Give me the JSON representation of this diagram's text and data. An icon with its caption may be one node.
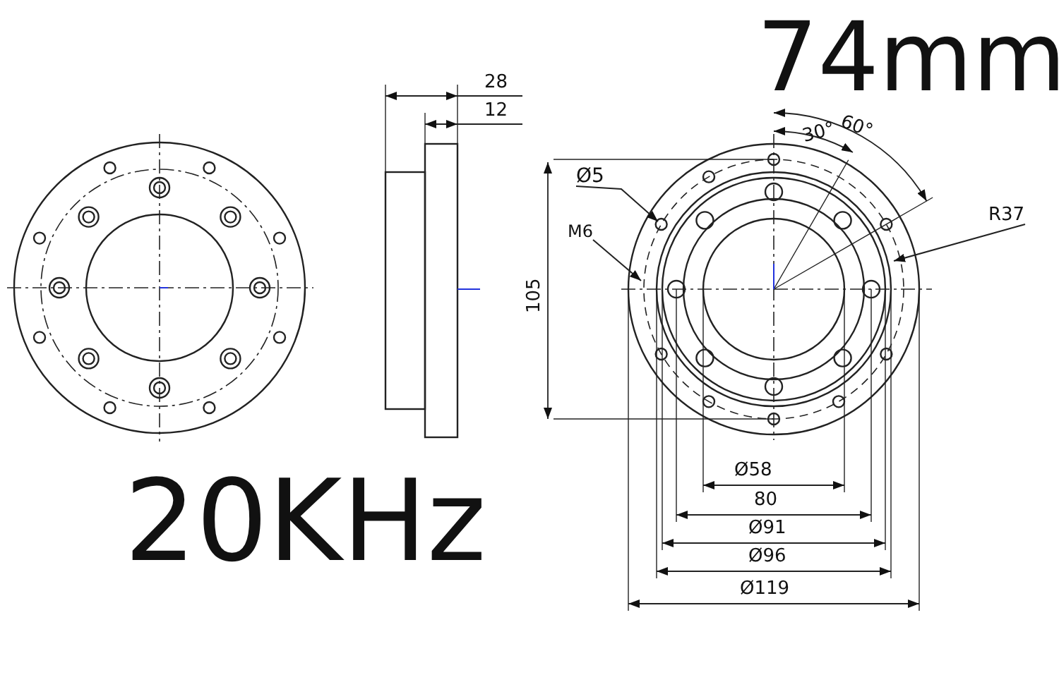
{
  "diagram": {
    "nodes": [
      {
        "text": [
          "Ø5"
        ]
      },
      {
        "text": [
          "M6"
        ]
      },
      {
        "text": [
          "R37"
        ]
      }
    ],
    "edges": [
      {
        "from": 0,
        "to": null,
        "arrow": "to"
      },
      {
        "from": 1,
        "to": null,
        "arrow": "to"
      },
      {
        "from": 2,
        "to": null,
        "arrow": "to"
      }
    ],
    "labels": [
      "74mm",
      "20KHz",
      "28",
      "12",
      "105",
      "30°",
      "60°",
      "Ø58",
      "80",
      "Ø91",
      "Ø96",
      "Ø119"
    ]
  }
}
